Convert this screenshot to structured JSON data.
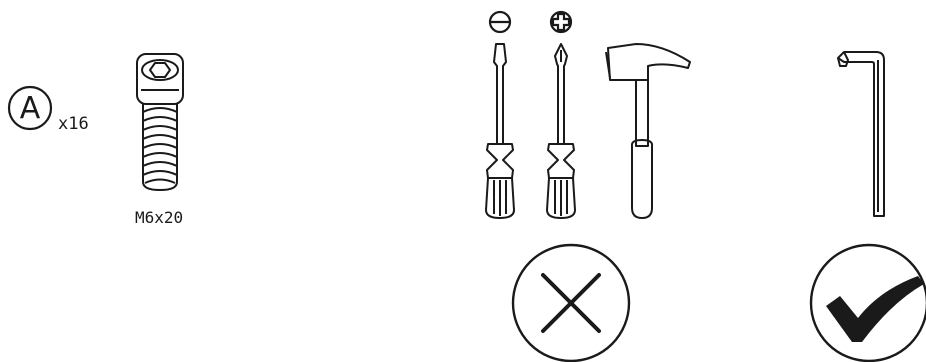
{
  "hardware": {
    "part_letter": "A",
    "quantity": "x16",
    "size": "M6x20",
    "icon": "hex-socket-cap-screw-icon"
  },
  "tools": {
    "not_needed": [
      {
        "name": "flathead-screwdriver",
        "tip_icon": "slotted-tip-icon"
      },
      {
        "name": "phillips-screwdriver",
        "tip_icon": "phillips-tip-icon"
      },
      {
        "name": "hammer"
      }
    ],
    "needed": [
      {
        "name": "hex-key"
      }
    ],
    "not_needed_mark": "cross-icon",
    "needed_mark": "checkmark-icon"
  }
}
